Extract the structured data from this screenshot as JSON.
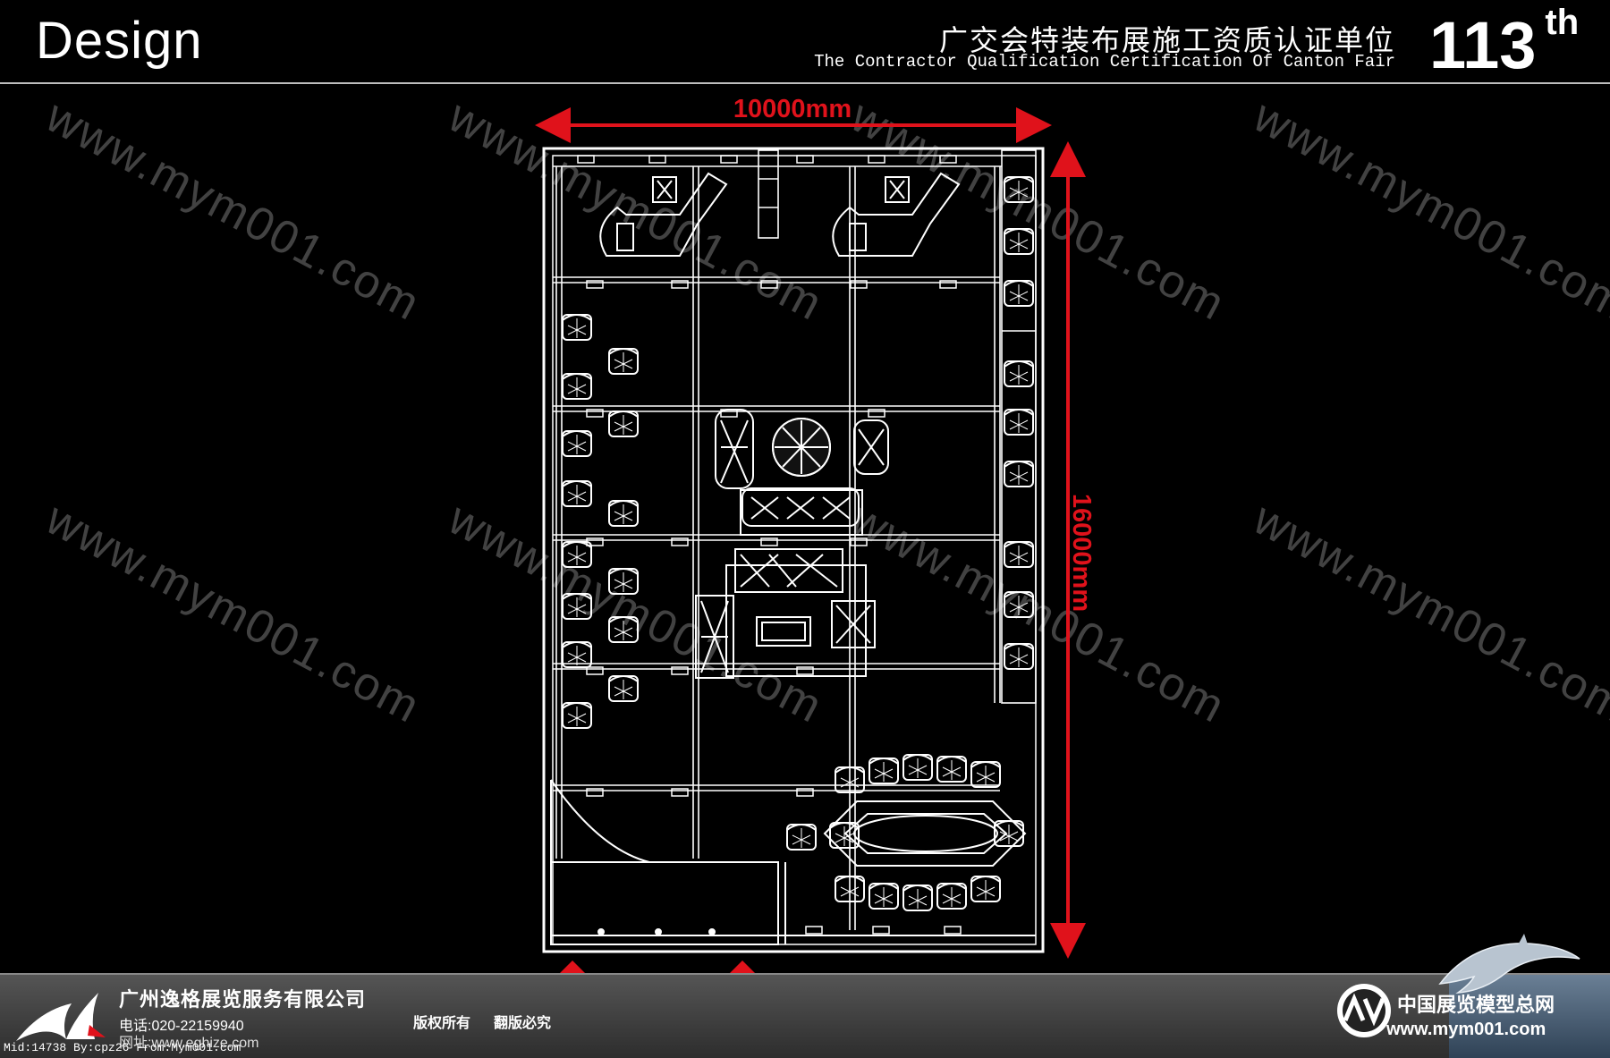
{
  "header": {
    "brand": "Design",
    "title_cn": "广交会特装布展施工资质认证单位",
    "title_en": "The Contractor Qualification Certification Of Canton Fair",
    "edition_number": "113",
    "edition_suffix": "th"
  },
  "dimensions": {
    "width_label": "10000mm",
    "depth_label": "16000mm"
  },
  "watermark": "www.mym001.com",
  "footer": {
    "company": "广州逸格展览服务有限公司",
    "phone": "电话:020-22159940",
    "website": "网址:www.eghize.com",
    "rights_1": "版权所有",
    "rights_2": "翻版必究",
    "meta": "Mid:14738 By:cpz26 From:Mym001.com",
    "site_cn": "中国展览模型总网",
    "site_en": "www.mym001.com"
  },
  "colors": {
    "background": "#000000",
    "dimension_red": "#e0121b",
    "linework": "#ffffff"
  }
}
